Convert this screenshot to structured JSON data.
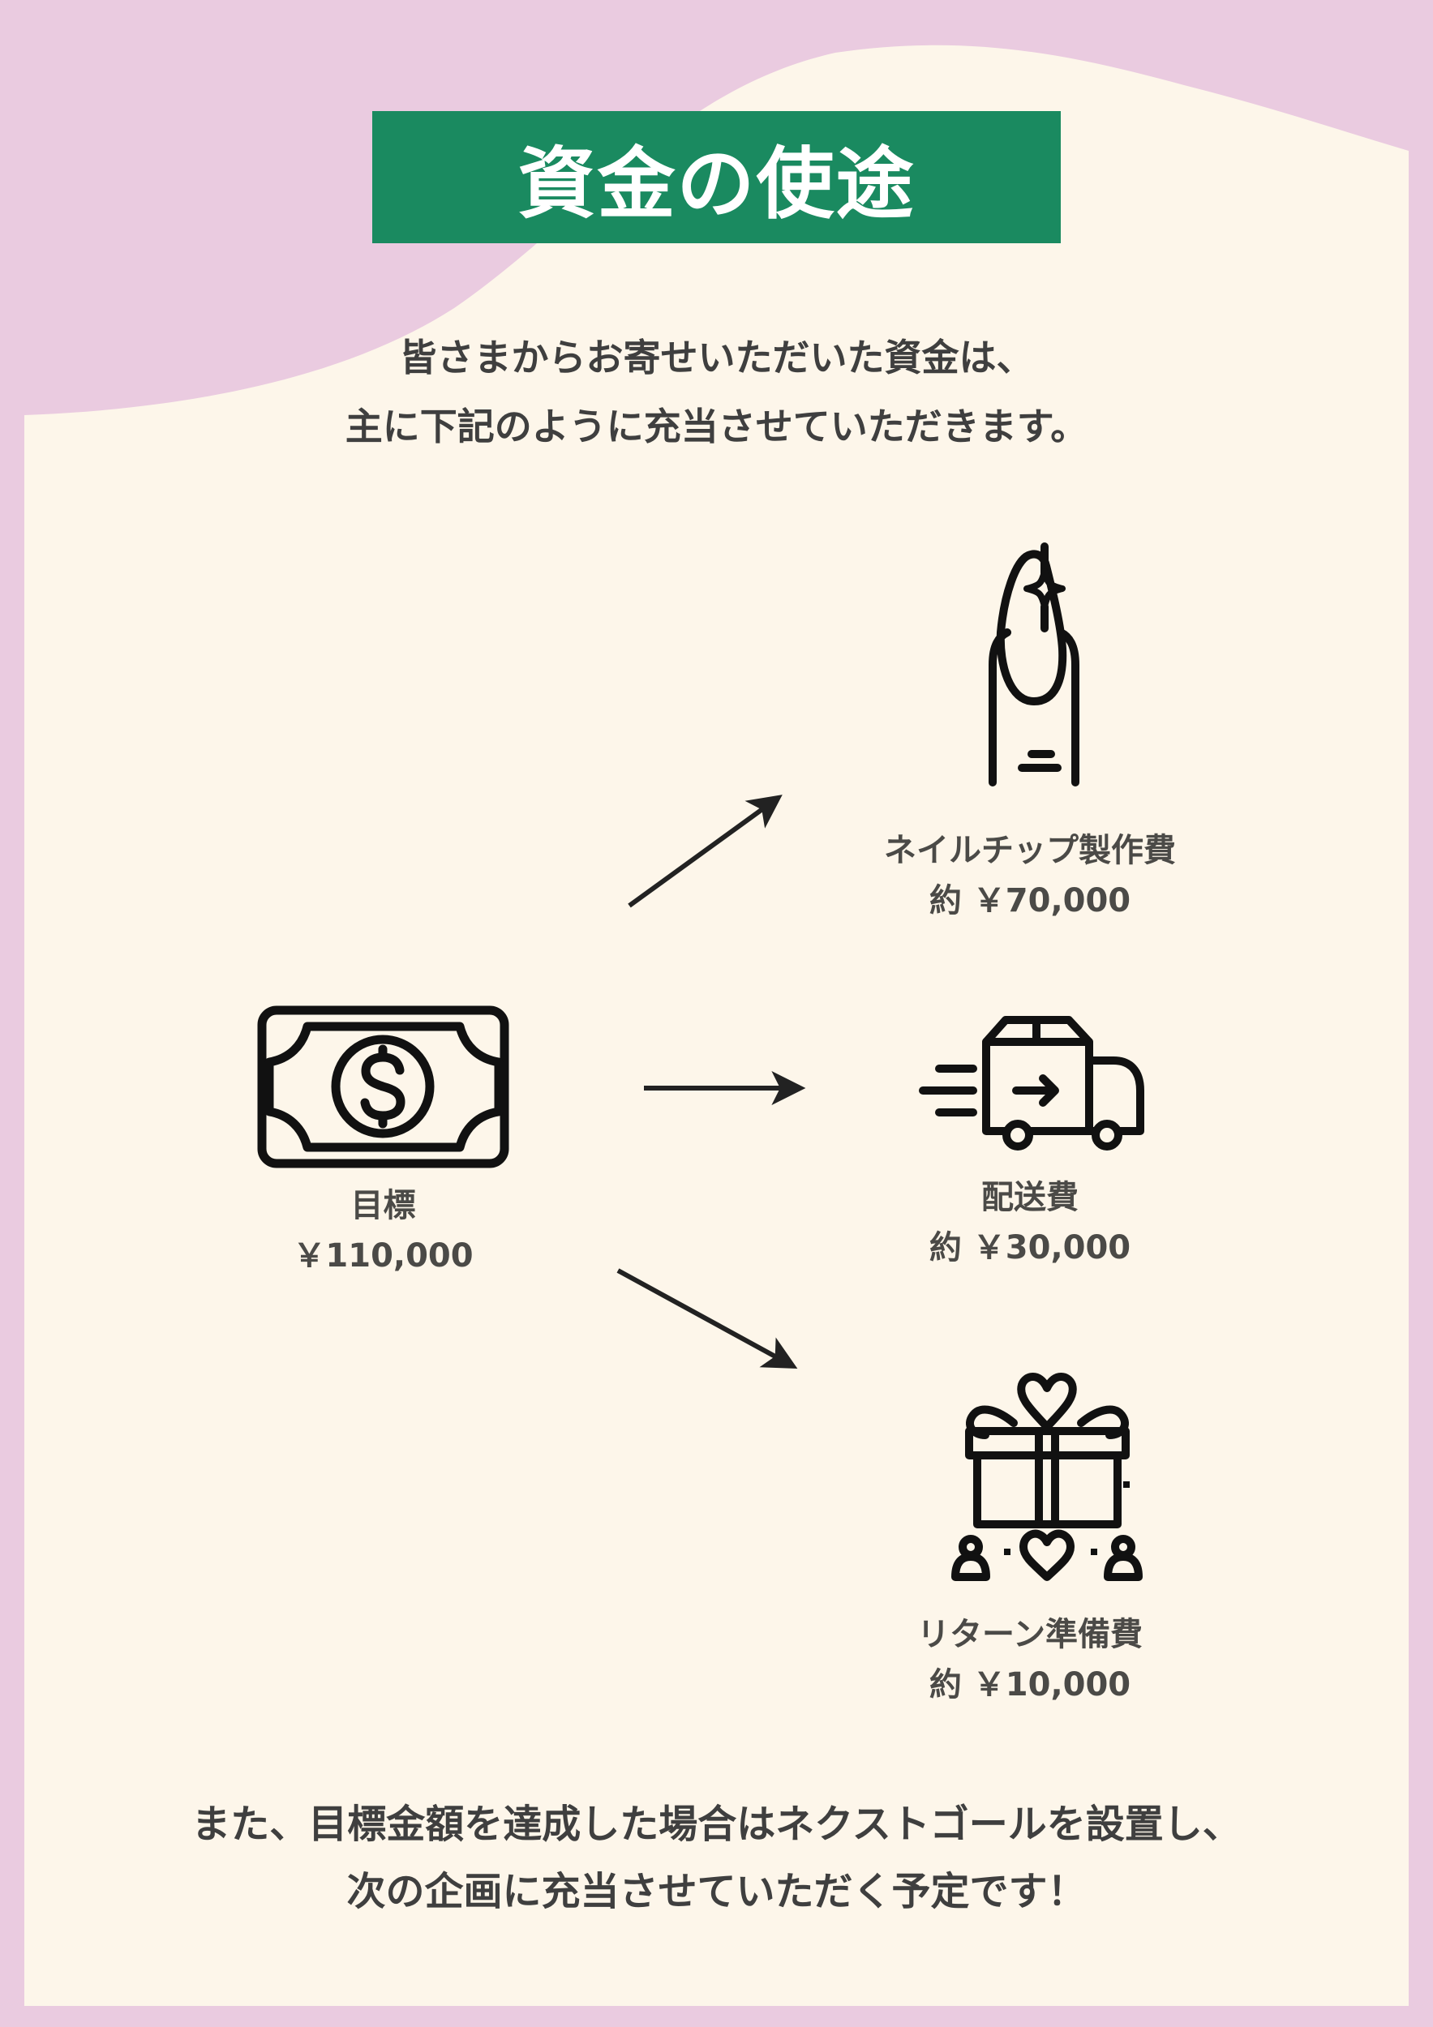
{
  "colors": {
    "background_pink": "#eacbe0",
    "panel_cream": "#fdf6ea",
    "title_green": "#1a8a60",
    "text_dark": "#3f3f3f",
    "icon_black": "#111111"
  },
  "header": {
    "title": "資金の使途"
  },
  "intro": {
    "line1": "皆さまからお寄せいただいた資金は、",
    "line2": "主に下記のように充当させていただきます。"
  },
  "goal": {
    "icon": "money-bill-dollar-icon",
    "label": "目標",
    "amount": "￥110,000"
  },
  "allocations": [
    {
      "icon": "nail-tip-icon",
      "label": "ネイルチップ製作費",
      "amount": "約 ￥70,000"
    },
    {
      "icon": "delivery-truck-icon",
      "label": "配送費",
      "amount": "約 ￥30,000"
    },
    {
      "icon": "gift-return-icon",
      "label": "リターン準備費",
      "amount": "約 ￥10,000"
    }
  ],
  "outro": {
    "line1": "また、目標金額を達成した場合はネクストゴールを設置し、",
    "line2": "次の企画に充当させていただく予定です！"
  }
}
